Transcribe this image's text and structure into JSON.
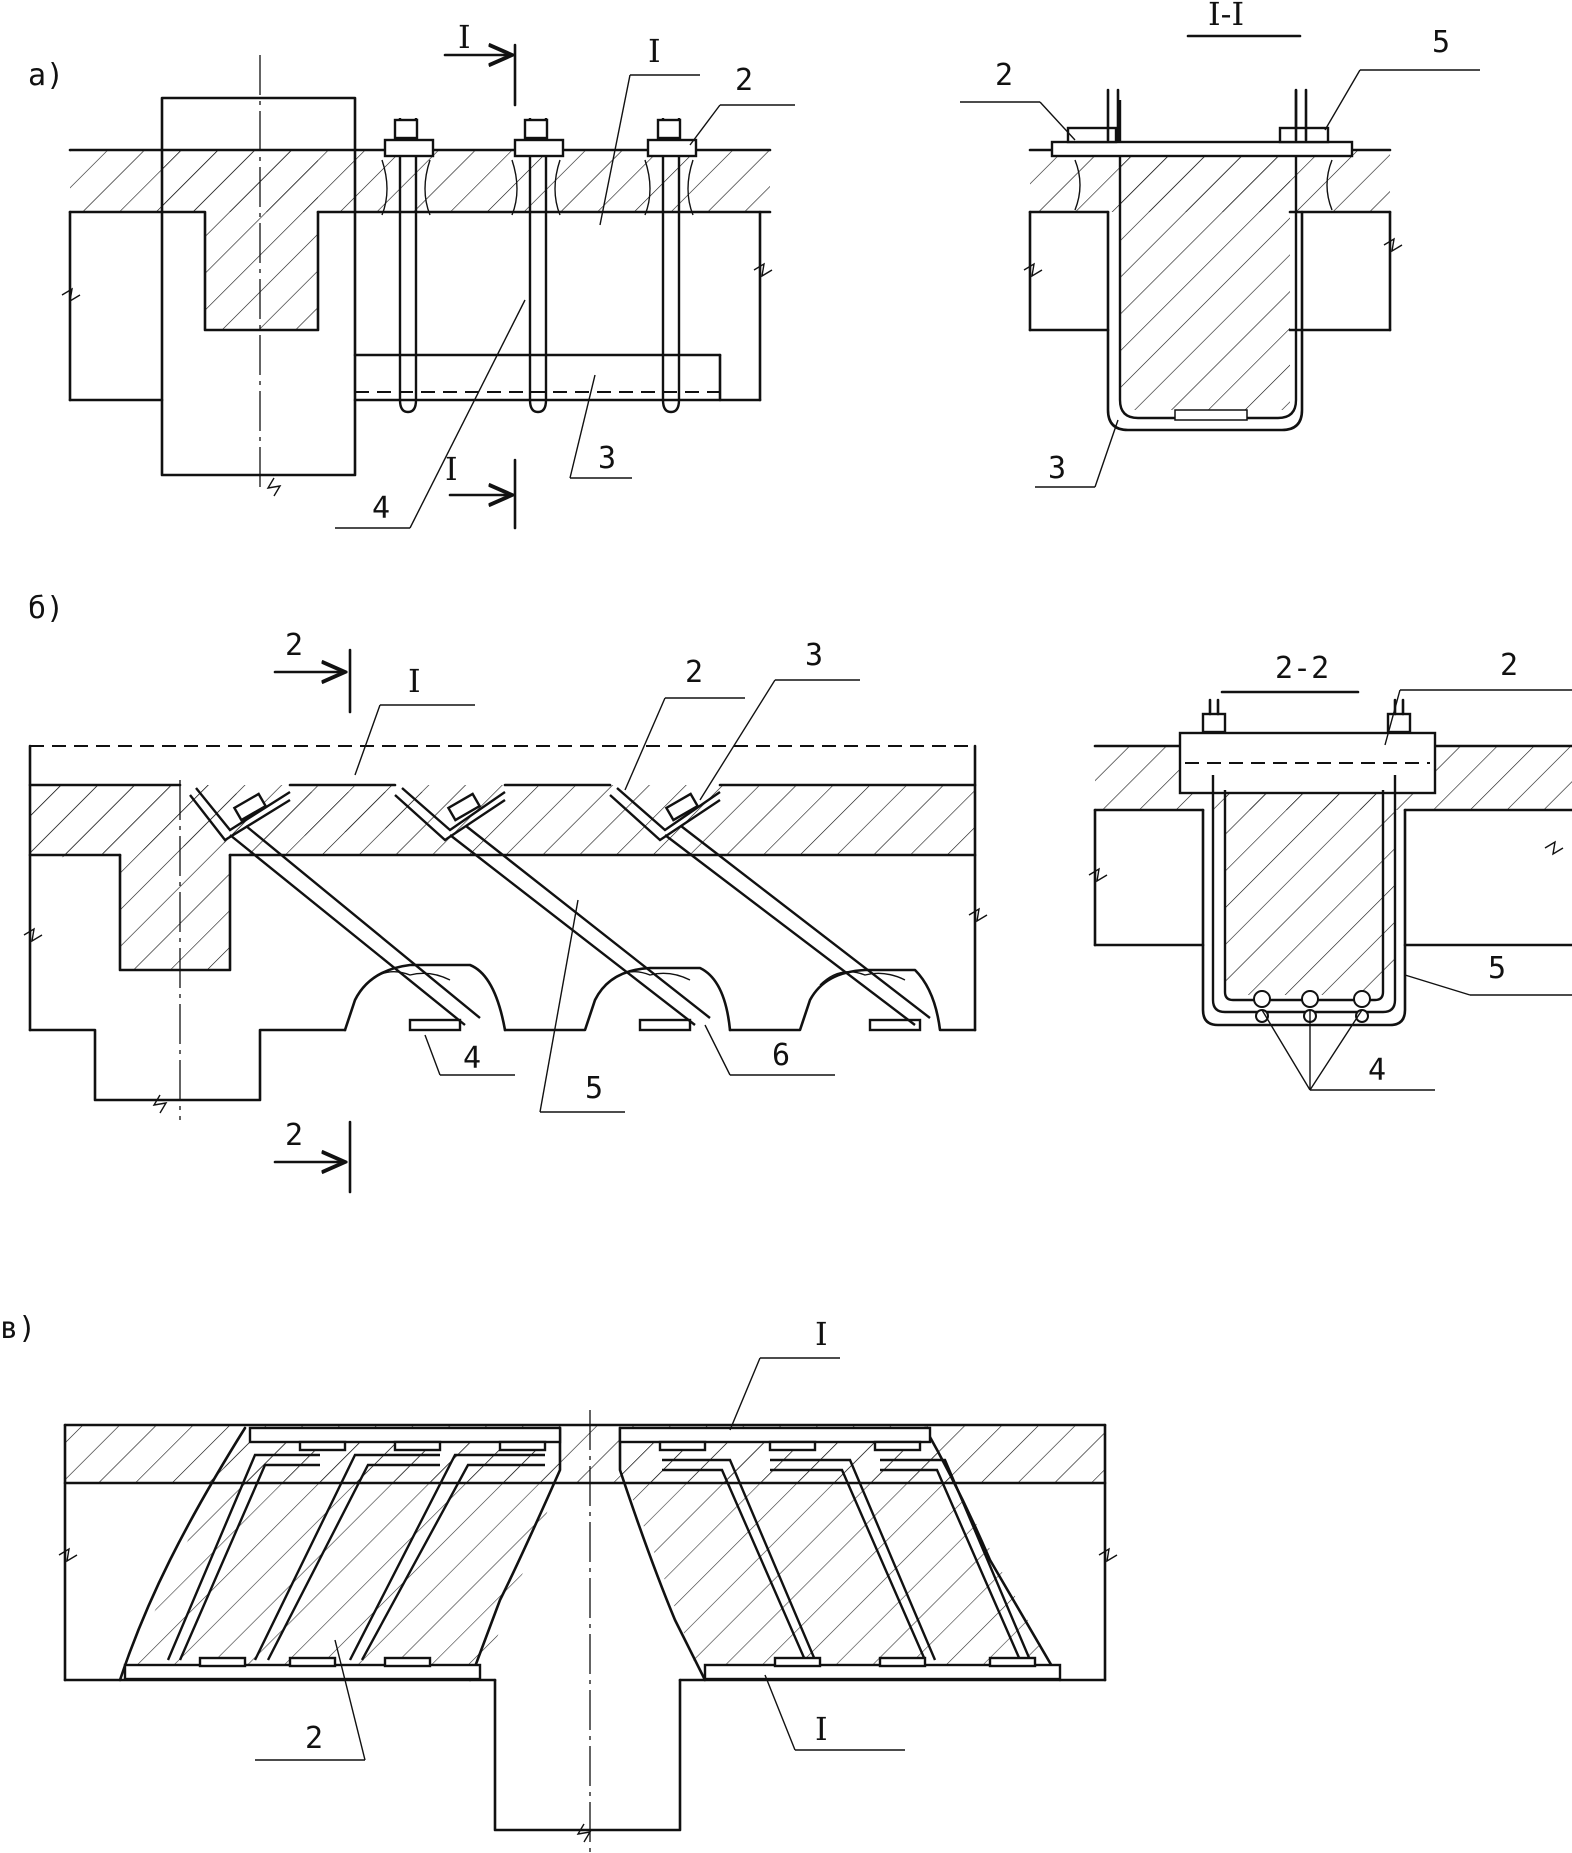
{
  "panels": {
    "a": {
      "label": "а)",
      "section_mark": "I",
      "leaders": {
        "l1": "I",
        "l2": "2",
        "l3": "3",
        "l4": "4"
      },
      "section": {
        "title": "I-I",
        "l2": "2",
        "l5": "5",
        "l3": "3"
      }
    },
    "b": {
      "label": "б)",
      "section_mark": "2",
      "leaders": {
        "l1": "I",
        "l2": "2",
        "l3": "3",
        "l4": "4",
        "l5": "5",
        "l6": "6"
      },
      "section": {
        "title": "2-2",
        "l2": "2",
        "l5": "5",
        "l4": "4"
      }
    },
    "c": {
      "label": "в)",
      "leaders": {
        "top": "I",
        "bottom": "I",
        "l2": "2"
      }
    }
  },
  "colors": {
    "line": "#111111",
    "background": "#ffffff"
  }
}
